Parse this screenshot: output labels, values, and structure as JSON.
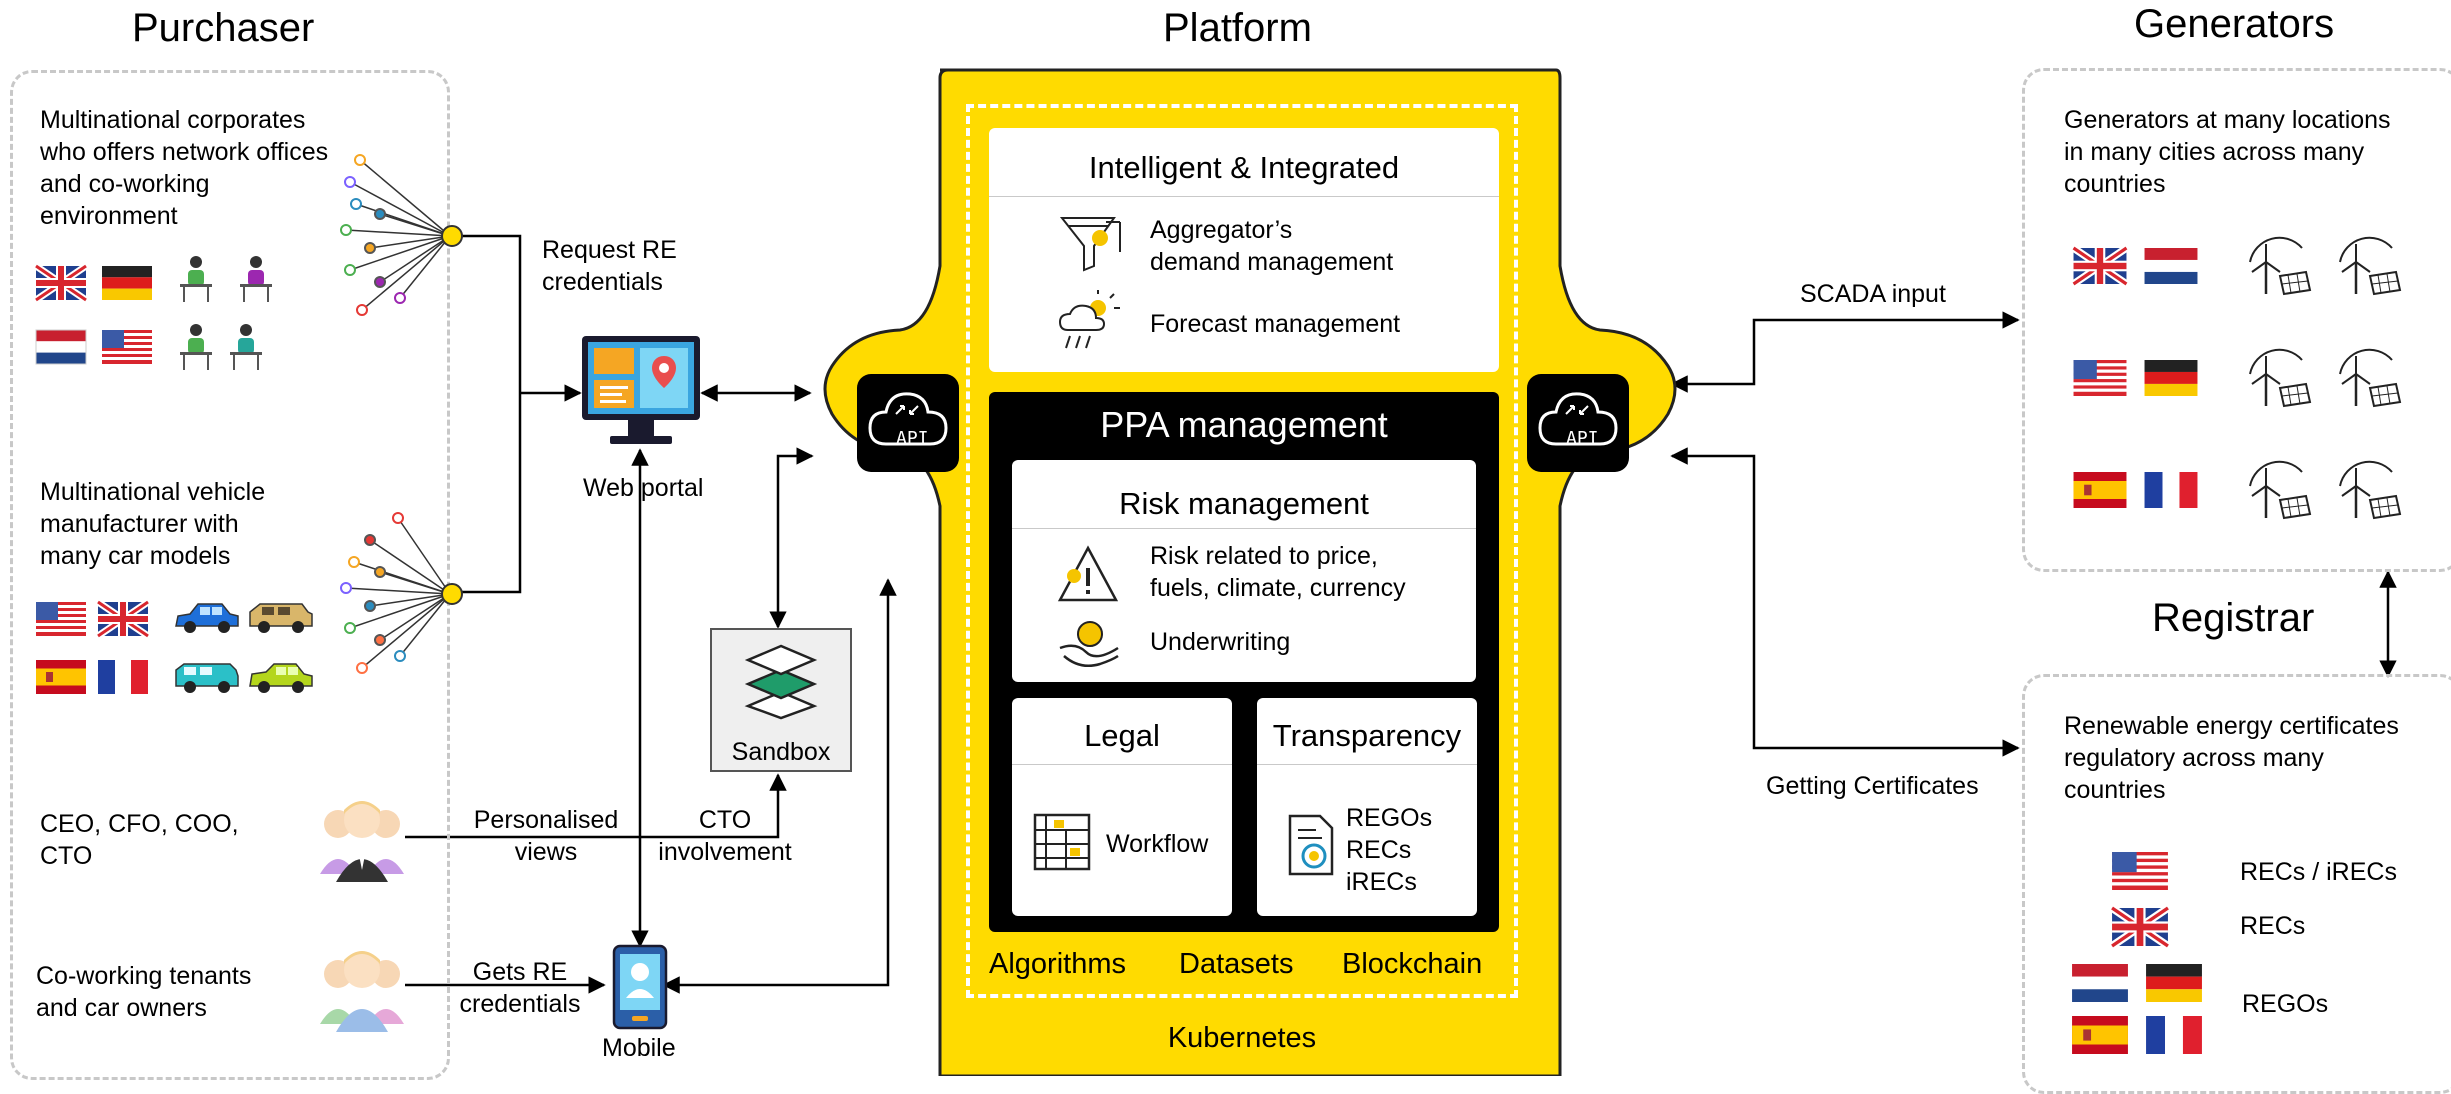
{
  "headers": {
    "purchaser": "Purchaser",
    "platform": "Platform",
    "generators": "Generators",
    "registrar": "Registrar"
  },
  "purchaser": {
    "corporates": "Multinational corporates\nwho offers network offices\nand co-working\nenvironment",
    "vehicle": "Multinational vehicle\nmanufacturer with\nmany car models",
    "executives": "CEO, CFO, COO,\nCTO",
    "tenants": "Co-working tenants\nand car owners"
  },
  "links": {
    "request_re": "Request RE\ncredentials",
    "web_portal": "Web portal",
    "sandbox": "Sandbox",
    "personalised": "Personalised\nviews",
    "cto": "CTO\ninvolvement",
    "gets_re": "Gets RE\ncredentials",
    "mobile": "Mobile",
    "scada": "SCADA input",
    "getting_certs": "Getting Certificates"
  },
  "platform": {
    "intelligent": {
      "title": "Intelligent & Integrated",
      "aggregator": "Aggregator’s\ndemand management",
      "forecast": "Forecast management"
    },
    "ppa": {
      "title": "PPA management",
      "risk": {
        "title": "Risk management",
        "risk_related": "Risk related to price,\nfuels, climate, currency",
        "underwriting": "Underwriting"
      },
      "legal": {
        "title": "Legal",
        "workflow": "Workflow"
      },
      "transparency": {
        "title": "Transparency",
        "items": "REGOs\nRECs\niRECs"
      }
    },
    "footer_items": [
      "Algorithms",
      "Datasets",
      "Blockchain"
    ],
    "kubernetes": "Kubernetes",
    "api": "API"
  },
  "generators": {
    "text": "Generators at many locations\nin many cities across many\ncountries"
  },
  "registrar": {
    "text": "Renewable energy certificates\nregulatory across many\ncountries",
    "recs_irecs": "RECs / iRECs",
    "recs": "RECs",
    "regos": "REGOs"
  },
  "colors": {
    "platform_yellow": "#FFDB00",
    "panel_black": "#000000",
    "dashed_border": "#c8c8c8",
    "accent_yellow": "#F5C400"
  }
}
